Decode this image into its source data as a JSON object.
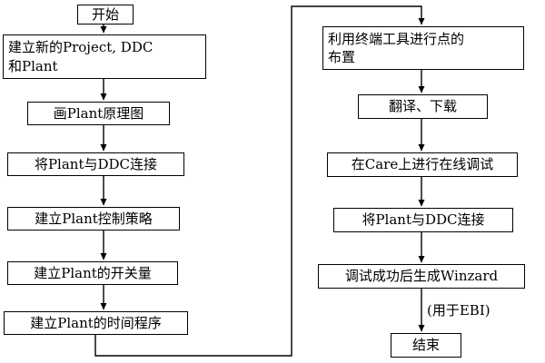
{
  "diagram": {
    "type": "flowchart",
    "nodes": {
      "start": "开始",
      "l1": "建立新的Project, DDC\n和Plant",
      "l2": "画Plant原理图",
      "l3": "将Plant与DDC连接",
      "l4": "建立Plant控制策略",
      "l5": "建立Plant的开关量",
      "l6": "建立Plant的时间程序",
      "r1": "利用终端工具进行点的\n布置",
      "r2": "翻译、下载",
      "r3": "在Care上进行在线调试",
      "r4": "将Plant与DDC连接",
      "r5": "调试成功后生成Winzard",
      "r5_note": "(用于EBI)",
      "end": "结束"
    },
    "edges": [
      "start->l1",
      "l1->l2",
      "l2->l3",
      "l3->l4",
      "l4->l5",
      "l5->l6",
      "l6->r1 (bottom, up middle, across top)",
      "r1->r2",
      "r2->r3",
      "r3->r4",
      "r4->r5",
      "r5->end"
    ],
    "colors": {
      "line": "#000000",
      "box_fill": "#ffffff",
      "text": "#000000"
    }
  }
}
